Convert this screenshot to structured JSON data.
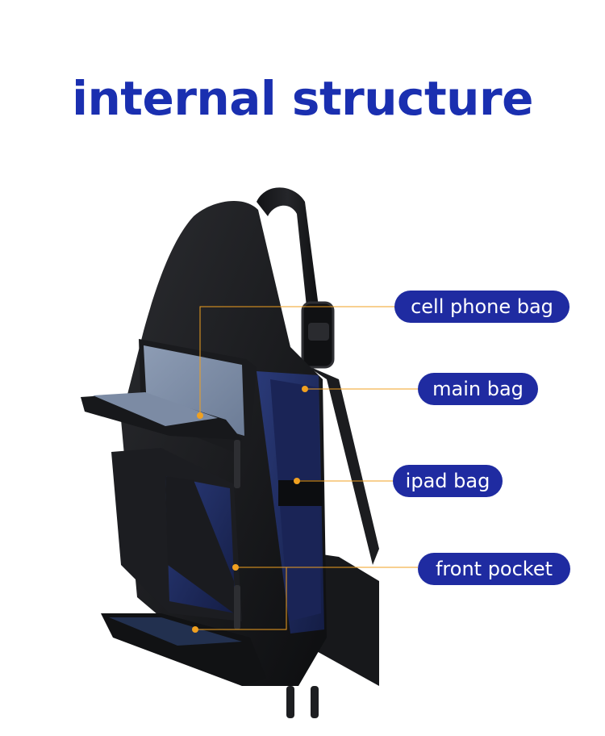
{
  "heading": "internal structure",
  "labels": {
    "cell_phone_bag": "cell phone bag",
    "main_bag": "main bag",
    "ipad_bag": "ipad bag",
    "front_pocket": "front pocket"
  },
  "colors": {
    "title": "#1a2fb0",
    "pill": "#1f2ba1",
    "leader_line": "#f0a020",
    "bag_body": "#1c1d20",
    "lining": "#1e2a5e",
    "phone_lining": "#7f8fa8"
  }
}
